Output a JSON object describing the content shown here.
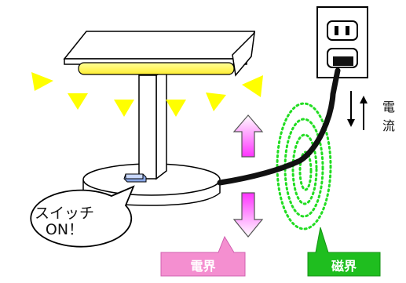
{
  "speech_bubble": {
    "line1": "スイッチ",
    "line2": "ON！"
  },
  "current_label": {
    "char1": "電",
    "char2": "流"
  },
  "electric_field_tag": {
    "label": "電界",
    "color": "#f48fd0"
  },
  "magnetic_field_tag": {
    "label": "磁界",
    "color": "#1fbe1f"
  },
  "colors": {
    "lamp_light": "#ffff55",
    "lamp_glow": "#ffff00",
    "field_arrow_gradient_top": "#ff33ff",
    "field_arrow_gradient_bottom": "#ffffff",
    "magnetic_loop": "#22dd22",
    "cable": "#111111"
  },
  "icons": {
    "current_down_arrow": "arrow-down-icon",
    "current_up_arrow": "arrow-up-icon"
  }
}
